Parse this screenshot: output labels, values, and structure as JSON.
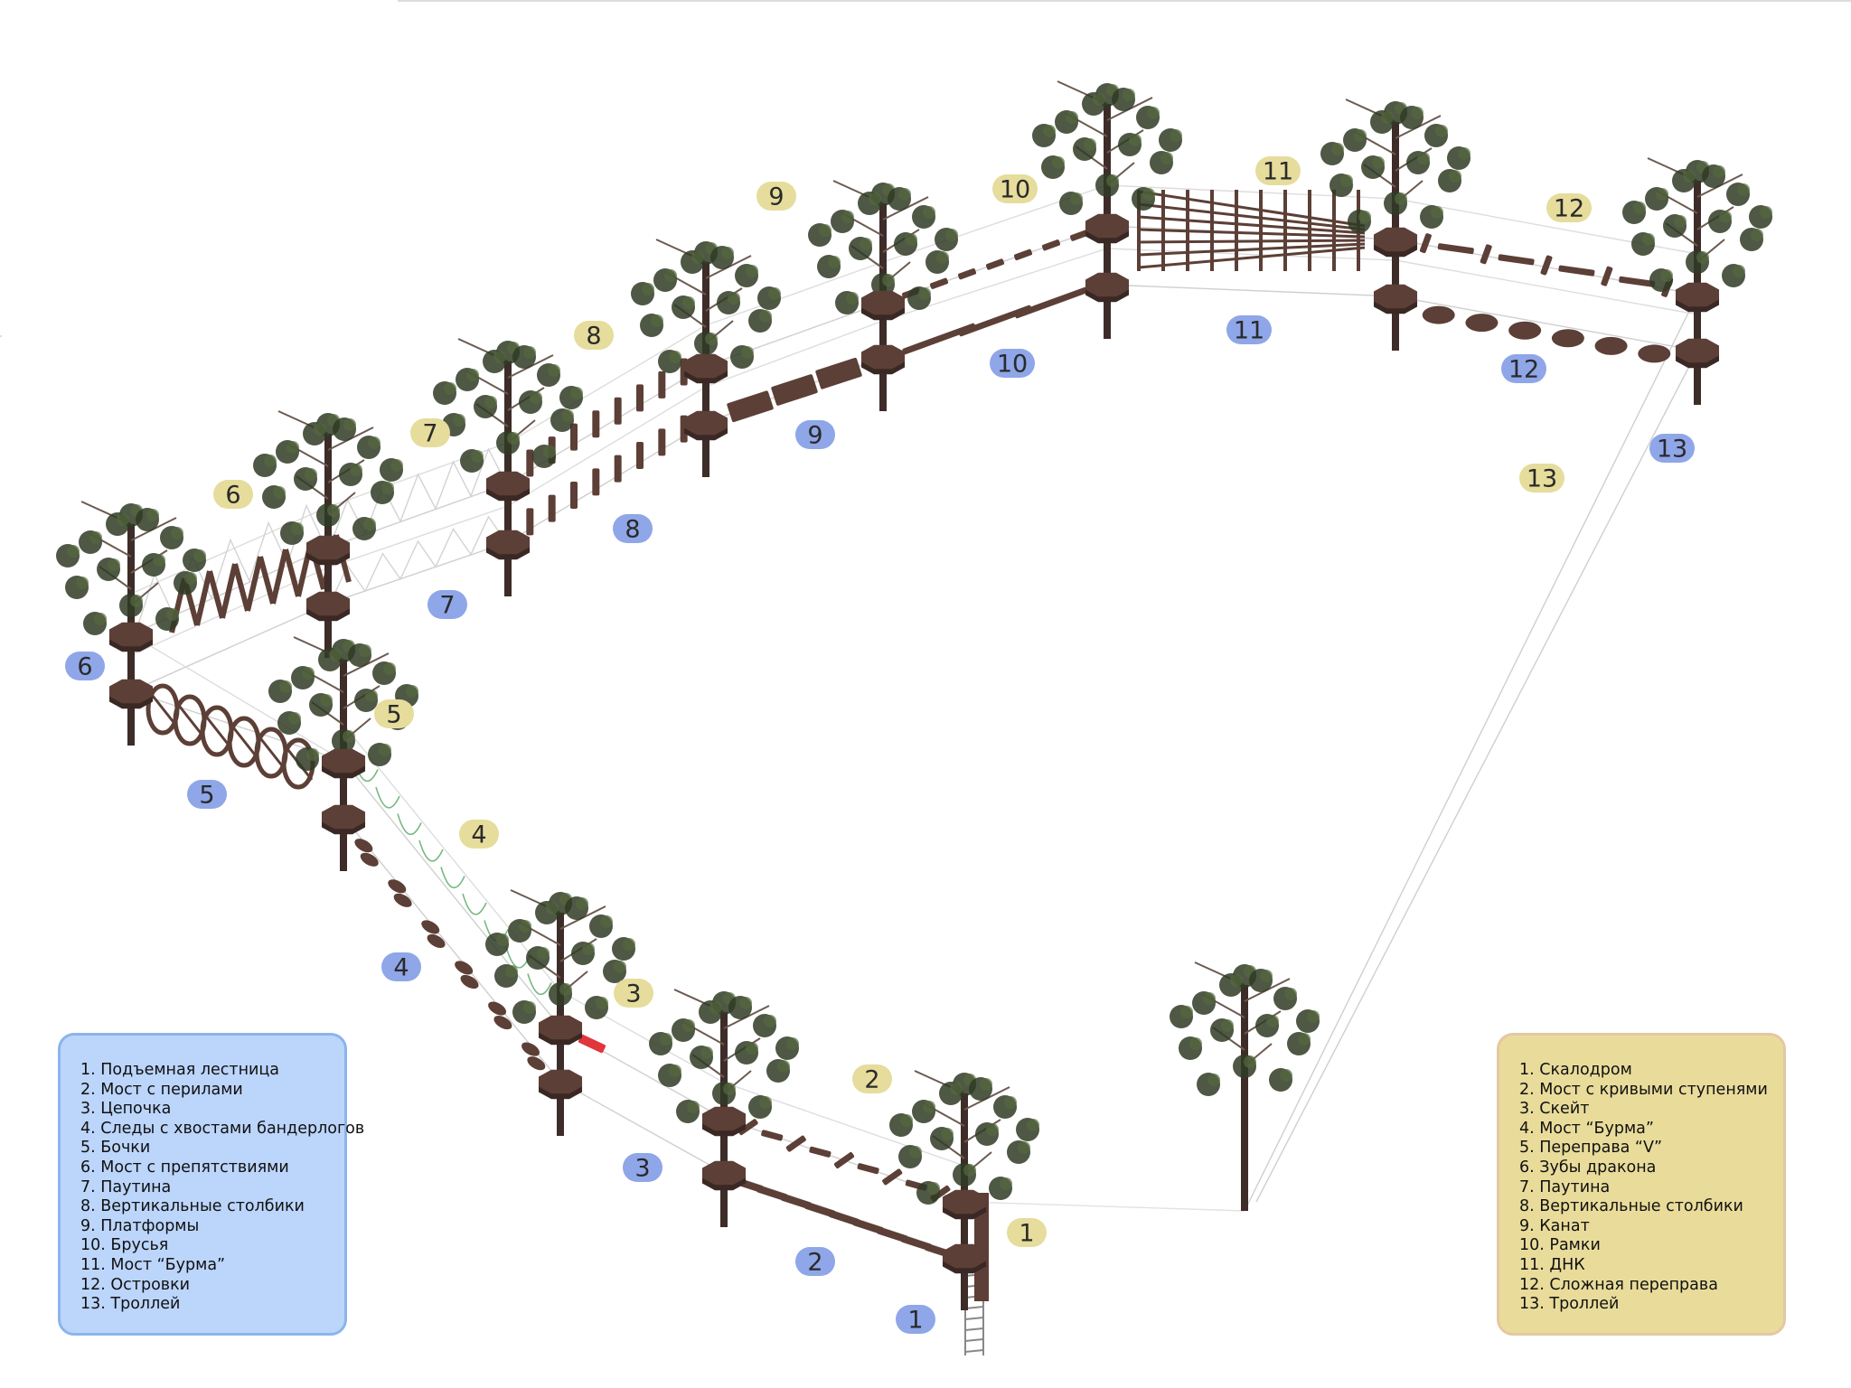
{
  "colors": {
    "blue_label": "#8fa6e8",
    "yellow_label": "#e6dc9c",
    "wood": "#5c3f36",
    "rope": "#c9c9c9",
    "accent_red": "#e0363c",
    "tree_foliage": "#2f3b25"
  },
  "stations": {
    "blue": [
      {
        "id": "b1",
        "text": "1"
      },
      {
        "id": "b2",
        "text": "2"
      },
      {
        "id": "b3",
        "text": "3"
      },
      {
        "id": "b4",
        "text": "4"
      },
      {
        "id": "b5",
        "text": "5"
      },
      {
        "id": "b6",
        "text": "6"
      },
      {
        "id": "b7",
        "text": "7"
      },
      {
        "id": "b8",
        "text": "8"
      },
      {
        "id": "b9",
        "text": "9"
      },
      {
        "id": "b10",
        "text": "10"
      },
      {
        "id": "b11",
        "text": "11"
      },
      {
        "id": "b12",
        "text": "12"
      },
      {
        "id": "b13",
        "text": "13"
      }
    ],
    "yellow": [
      {
        "id": "y1",
        "text": "1"
      },
      {
        "id": "y2",
        "text": "2"
      },
      {
        "id": "y3",
        "text": "3"
      },
      {
        "id": "y4",
        "text": "4"
      },
      {
        "id": "y5",
        "text": "5"
      },
      {
        "id": "y6",
        "text": "6"
      },
      {
        "id": "y7",
        "text": "7"
      },
      {
        "id": "y8",
        "text": "8"
      },
      {
        "id": "y9",
        "text": "9"
      },
      {
        "id": "y10",
        "text": "10"
      },
      {
        "id": "y11",
        "text": "11"
      },
      {
        "id": "y12",
        "text": "12"
      },
      {
        "id": "y13",
        "text": "13"
      }
    ]
  },
  "legend_blue": {
    "items": [
      "1. Подъемная лестница",
      "2. Мост с перилами",
      "3. Цепочка",
      "4. Следы с хвостами бандерлогов",
      "5. Бочки",
      "6. Мост с препятствиями",
      "7. Паутина",
      "8. Вертикальные столбики",
      "9. Платформы",
      "10. Брусья",
      "11. Мост “Бурма”",
      "12. Островки",
      "13. Троллей"
    ]
  },
  "legend_yellow": {
    "items": [
      "1. Скалодром",
      "2. Мост с кривыми ступенями",
      "3. Скейт",
      "4. Мост “Бурма”",
      "5. Переправа “V”",
      "6. Зубы дракона",
      "7. Паутина",
      "8. Вертикальные столбики",
      "9. Канат",
      "10. Рамки",
      "11. ДНК",
      "12. Сложная переправа",
      "13. Троллей"
    ]
  }
}
